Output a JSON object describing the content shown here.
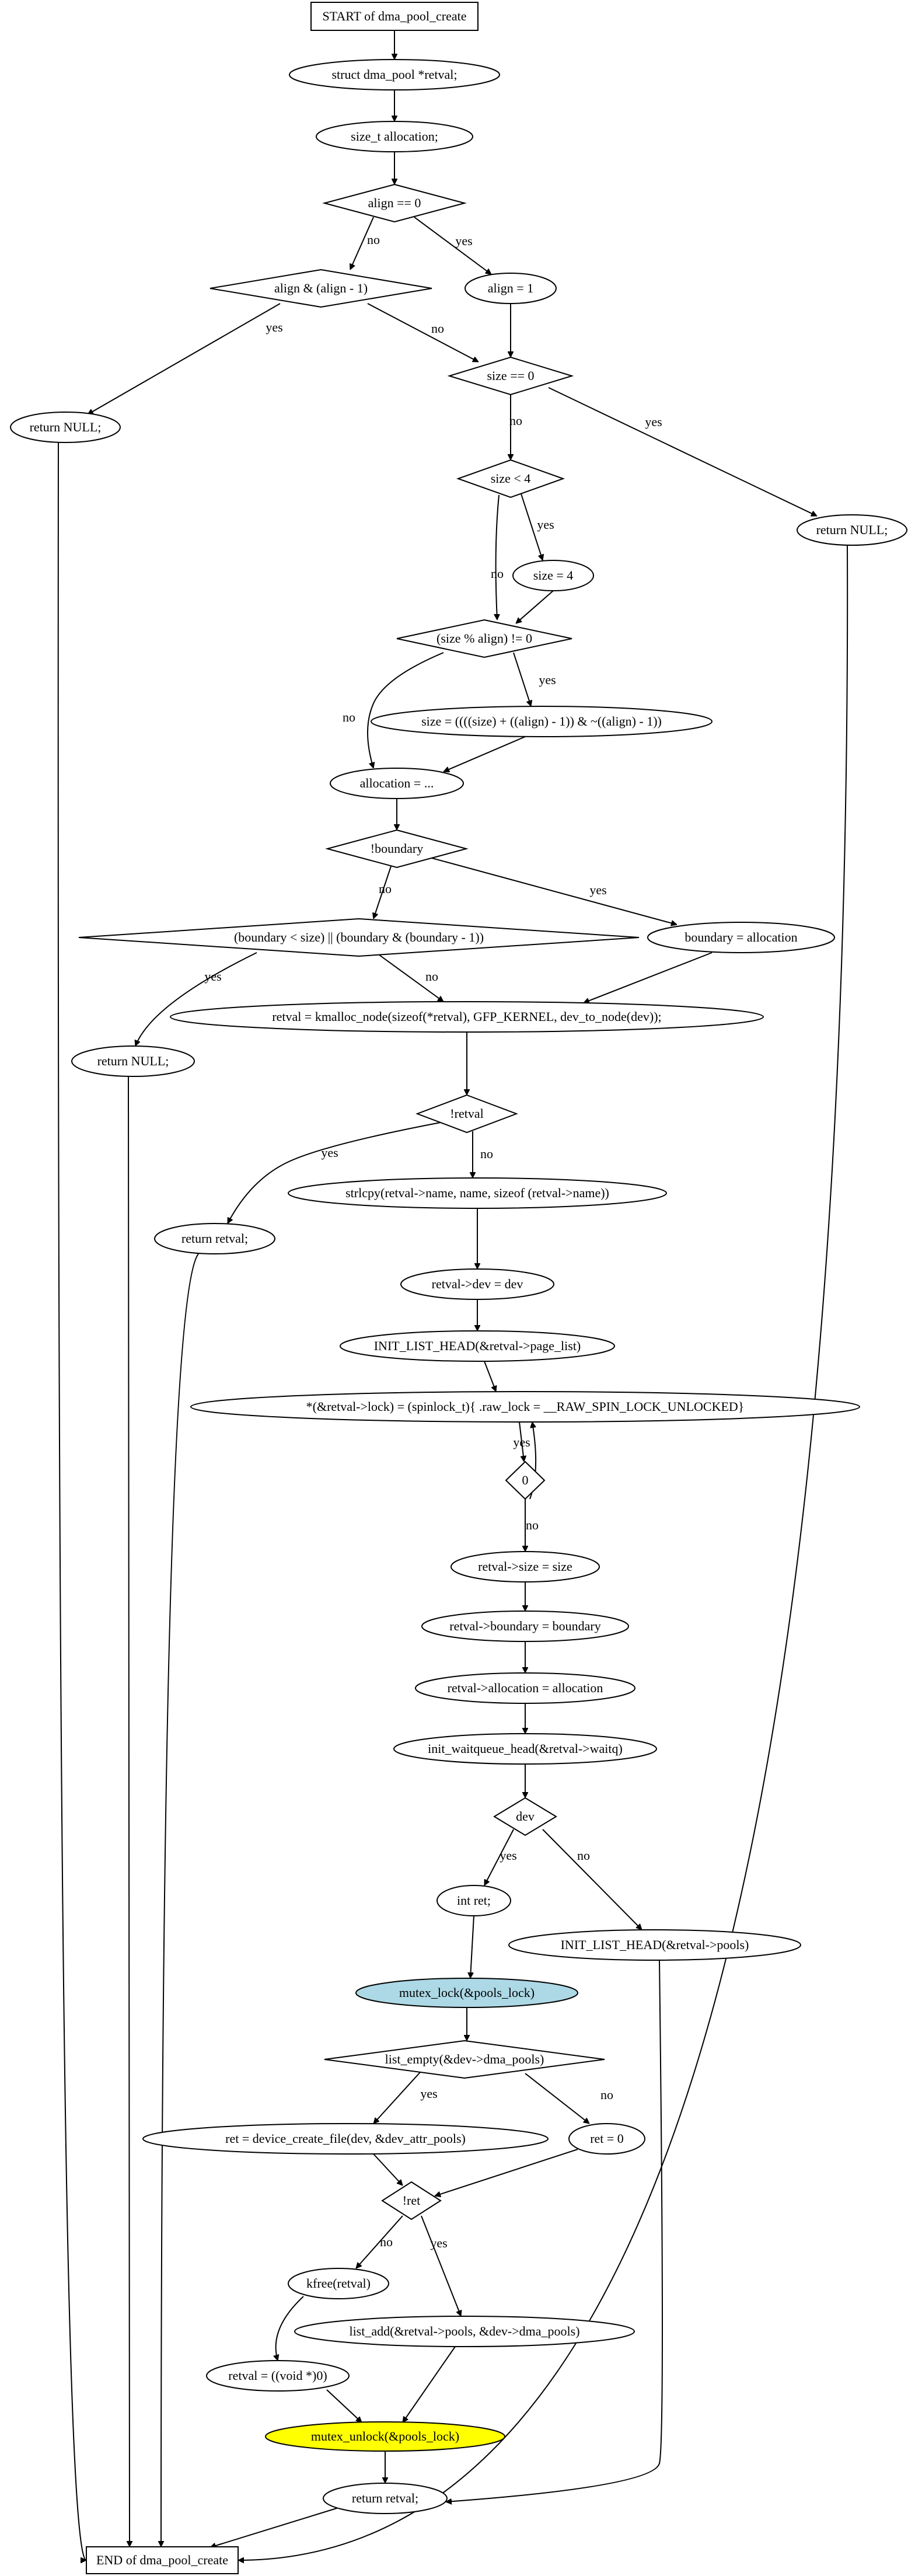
{
  "nodes": [
    {
      "id": "start",
      "shape": "box",
      "label": "START of dma_pool_create"
    },
    {
      "id": "decl_retval",
      "shape": "ellipse",
      "label": "struct dma_pool *retval;"
    },
    {
      "id": "decl_alloc",
      "shape": "ellipse",
      "label": "size_t allocation;"
    },
    {
      "id": "d_align0",
      "shape": "diamond",
      "label": "align == 0"
    },
    {
      "id": "d_alignpow",
      "shape": "diamond",
      "label": "align & (align - 1)"
    },
    {
      "id": "align1",
      "shape": "ellipse",
      "label": "align = 1"
    },
    {
      "id": "ret_null_1",
      "shape": "ellipse",
      "label": "return NULL;"
    },
    {
      "id": "d_size0",
      "shape": "diamond",
      "label": "size == 0"
    },
    {
      "id": "ret_null_2",
      "shape": "ellipse",
      "label": "return NULL;"
    },
    {
      "id": "d_size4",
      "shape": "diamond",
      "label": "size < 4"
    },
    {
      "id": "size4",
      "shape": "ellipse",
      "label": "size = 4"
    },
    {
      "id": "d_sizemod",
      "shape": "diamond",
      "label": "(size % align) != 0"
    },
    {
      "id": "size_round",
      "shape": "ellipse",
      "label": "size = ((((size) + ((align) - 1)) & ~((align) - 1))"
    },
    {
      "id": "allocation",
      "shape": "ellipse",
      "label": "allocation = ..."
    },
    {
      "id": "d_boundary",
      "shape": "diamond",
      "label": "!boundary"
    },
    {
      "id": "d_boundcheck",
      "shape": "diamond",
      "label": "(boundary < size) || (boundary & (boundary - 1))"
    },
    {
      "id": "boundary_alloc",
      "shape": "ellipse",
      "label": "boundary = allocation"
    },
    {
      "id": "ret_null_3",
      "shape": "ellipse",
      "label": "return NULL;"
    },
    {
      "id": "kmalloc",
      "shape": "ellipse",
      "label": "retval = kmalloc_node(sizeof(*retval), GFP_KERNEL, dev_to_node(dev));"
    },
    {
      "id": "d_retval",
      "shape": "diamond",
      "label": "!retval"
    },
    {
      "id": "ret_retval_1",
      "shape": "ellipse",
      "label": "return retval;"
    },
    {
      "id": "strlcpy",
      "shape": "ellipse",
      "label": "strlcpy(retval->name, name, sizeof (retval->name))"
    },
    {
      "id": "retval_dev",
      "shape": "ellipse",
      "label": "retval->dev = dev"
    },
    {
      "id": "init_page_list",
      "shape": "ellipse",
      "label": "INIT_LIST_HEAD(&retval->page_list)"
    },
    {
      "id": "spinlock",
      "shape": "ellipse",
      "label": "*(&retval->lock) = (spinlock_t){ .raw_lock = __RAW_SPIN_LOCK_UNLOCKED}"
    },
    {
      "id": "d_zero",
      "shape": "diamond",
      "label": "0"
    },
    {
      "id": "retval_size",
      "shape": "ellipse",
      "label": "retval->size = size"
    },
    {
      "id": "retval_boundary",
      "shape": "ellipse",
      "label": "retval->boundary = boundary"
    },
    {
      "id": "retval_allocation",
      "shape": "ellipse",
      "label": "retval->allocation = allocation"
    },
    {
      "id": "waitqueue",
      "shape": "ellipse",
      "label": "init_waitqueue_head(&retval->waitq)"
    },
    {
      "id": "d_dev",
      "shape": "diamond",
      "label": "dev"
    },
    {
      "id": "int_ret",
      "shape": "ellipse",
      "label": "int ret;"
    },
    {
      "id": "init_pools",
      "shape": "ellipse",
      "label": "INIT_LIST_HEAD(&retval->pools)"
    },
    {
      "id": "mutex_lock",
      "shape": "ellipse",
      "label": "mutex_lock(&pools_lock)",
      "fill": "#add8e6"
    },
    {
      "id": "d_list_empty",
      "shape": "diamond",
      "label": "list_empty(&dev->dma_pools)"
    },
    {
      "id": "dev_create",
      "shape": "ellipse",
      "label": "ret = device_create_file(dev, &dev_attr_pools)"
    },
    {
      "id": "ret0",
      "shape": "ellipse",
      "label": "ret = 0"
    },
    {
      "id": "d_ret",
      "shape": "diamond",
      "label": "!ret"
    },
    {
      "id": "kfree",
      "shape": "ellipse",
      "label": "kfree(retval)"
    },
    {
      "id": "list_add",
      "shape": "ellipse",
      "label": "list_add(&retval->pools, &dev->dma_pools)"
    },
    {
      "id": "retval_null",
      "shape": "ellipse",
      "label": "retval = ((void *)0)"
    },
    {
      "id": "mutex_unlock",
      "shape": "ellipse",
      "label": "mutex_unlock(&pools_lock)",
      "fill": "#ffff00"
    },
    {
      "id": "ret_retval_2",
      "shape": "ellipse",
      "label": "return retval;"
    },
    {
      "id": "end",
      "shape": "box",
      "label": "END of dma_pool_create"
    }
  ],
  "edges": [
    {
      "from": "start",
      "to": "decl_retval",
      "label": ""
    },
    {
      "from": "decl_retval",
      "to": "decl_alloc",
      "label": ""
    },
    {
      "from": "decl_alloc",
      "to": "d_align0",
      "label": ""
    },
    {
      "from": "d_align0",
      "to": "d_alignpow",
      "label": "no"
    },
    {
      "from": "d_align0",
      "to": "align1",
      "label": "yes"
    },
    {
      "from": "d_alignpow",
      "to": "ret_null_1",
      "label": "yes"
    },
    {
      "from": "d_alignpow",
      "to": "d_size0",
      "label": "no"
    },
    {
      "from": "align1",
      "to": "d_size0",
      "label": ""
    },
    {
      "from": "d_size0",
      "to": "d_size4",
      "label": "no"
    },
    {
      "from": "d_size0",
      "to": "ret_null_2",
      "label": "yes"
    },
    {
      "from": "d_size4",
      "to": "size4",
      "label": "yes"
    },
    {
      "from": "d_size4",
      "to": "d_sizemod",
      "label": "no"
    },
    {
      "from": "size4",
      "to": "d_sizemod",
      "label": ""
    },
    {
      "from": "d_sizemod",
      "to": "size_round",
      "label": "yes"
    },
    {
      "from": "d_sizemod",
      "to": "allocation",
      "label": "no"
    },
    {
      "from": "size_round",
      "to": "allocation",
      "label": ""
    },
    {
      "from": "allocation",
      "to": "d_boundary",
      "label": ""
    },
    {
      "from": "d_boundary",
      "to": "d_boundcheck",
      "label": "no"
    },
    {
      "from": "d_boundary",
      "to": "boundary_alloc",
      "label": "yes"
    },
    {
      "from": "d_boundcheck",
      "to": "ret_null_3",
      "label": "yes"
    },
    {
      "from": "d_boundcheck",
      "to": "kmalloc",
      "label": "no"
    },
    {
      "from": "boundary_alloc",
      "to": "kmalloc",
      "label": ""
    },
    {
      "from": "kmalloc",
      "to": "d_retval",
      "label": ""
    },
    {
      "from": "d_retval",
      "to": "ret_retval_1",
      "label": "yes"
    },
    {
      "from": "d_retval",
      "to": "strlcpy",
      "label": "no"
    },
    {
      "from": "strlcpy",
      "to": "retval_dev",
      "label": ""
    },
    {
      "from": "retval_dev",
      "to": "init_page_list",
      "label": ""
    },
    {
      "from": "init_page_list",
      "to": "spinlock",
      "label": ""
    },
    {
      "from": "spinlock",
      "to": "d_zero",
      "label": ""
    },
    {
      "from": "d_zero",
      "to": "spinlock",
      "label": "yes"
    },
    {
      "from": "d_zero",
      "to": "retval_size",
      "label": "no"
    },
    {
      "from": "retval_size",
      "to": "retval_boundary",
      "label": ""
    },
    {
      "from": "retval_boundary",
      "to": "retval_allocation",
      "label": ""
    },
    {
      "from": "retval_allocation",
      "to": "waitqueue",
      "label": ""
    },
    {
      "from": "waitqueue",
      "to": "d_dev",
      "label": ""
    },
    {
      "from": "d_dev",
      "to": "int_ret",
      "label": "yes"
    },
    {
      "from": "d_dev",
      "to": "init_pools",
      "label": "no"
    },
    {
      "from": "int_ret",
      "to": "mutex_lock",
      "label": ""
    },
    {
      "from": "mutex_lock",
      "to": "d_list_empty",
      "label": ""
    },
    {
      "from": "d_list_empty",
      "to": "dev_create",
      "label": "yes"
    },
    {
      "from": "d_list_empty",
      "to": "ret0",
      "label": "no"
    },
    {
      "from": "dev_create",
      "to": "d_ret",
      "label": ""
    },
    {
      "from": "ret0",
      "to": "d_ret",
      "label": ""
    },
    {
      "from": "d_ret",
      "to": "kfree",
      "label": "no"
    },
    {
      "from": "d_ret",
      "to": "list_add",
      "label": "yes"
    },
    {
      "from": "kfree",
      "to": "retval_null",
      "label": ""
    },
    {
      "from": "retval_null",
      "to": "mutex_unlock",
      "label": ""
    },
    {
      "from": "list_add",
      "to": "mutex_unlock",
      "label": ""
    },
    {
      "from": "mutex_unlock",
      "to": "ret_retval_2",
      "label": ""
    },
    {
      "from": "init_pools",
      "to": "ret_retval_2",
      "label": ""
    },
    {
      "from": "ret_retval_2",
      "to": "end",
      "label": ""
    },
    {
      "from": "ret_null_1",
      "to": "end",
      "label": ""
    },
    {
      "from": "ret_null_2",
      "to": "end",
      "label": ""
    },
    {
      "from": "ret_null_3",
      "to": "end",
      "label": ""
    },
    {
      "from": "ret_retval_1",
      "to": "end",
      "label": ""
    }
  ]
}
